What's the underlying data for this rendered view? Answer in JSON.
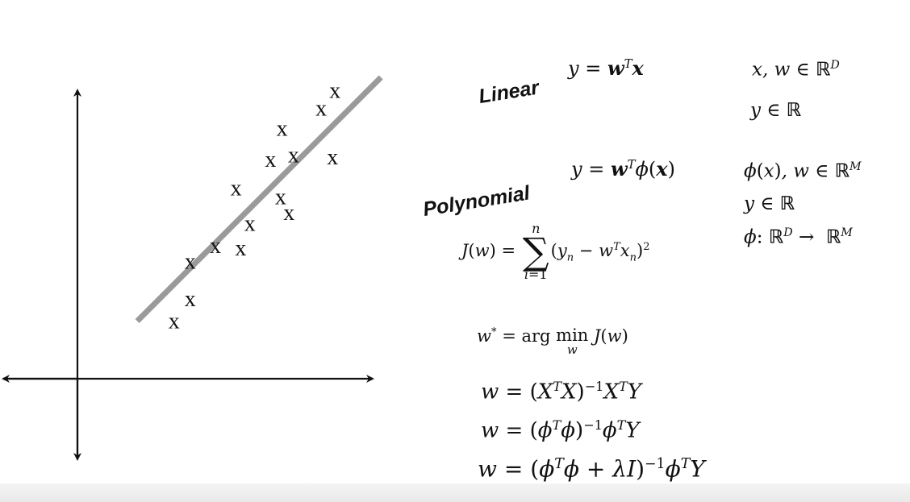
{
  "labels": {
    "linear": "Linear",
    "polynomial": "Polynomial"
  },
  "equations": {
    "linear_model": "y = wᵀx",
    "linear_domain_1": "x, w ∈ ℝᴰ",
    "linear_domain_2": "y ∈ ℝ",
    "poly_model": "y = wᵀϕ(x)",
    "poly_domain_1": "ϕ(x), w ∈ ℝᴹ",
    "poly_domain_2": "y ∈ ℝ",
    "poly_domain_3": "ϕ: ℝᴰ → ℝᴹ",
    "loss": "J(w) = Σ_{i=1}^{n} (y_n − wᵀx_n)²",
    "argmin": "w* = arg min_w J(w)",
    "normal_eq_1": "w = (XᵀX)⁻¹XᵀY",
    "normal_eq_2": "w = (ϕᵀϕ)⁻¹ϕᵀY",
    "ridge_eq": "w = (ϕᵀϕ + λI)⁻¹ϕᵀY"
  },
  "plot": {
    "marker_char": "x",
    "fit_line_color": "#9a9a9a",
    "axis_color": "#111111",
    "points": [
      [
        2.1,
        1.25
      ],
      [
        2.45,
        1.75
      ],
      [
        2.45,
        2.6
      ],
      [
        3.55,
        2.9
      ],
      [
        3.75,
        3.45
      ],
      [
        3.0,
        2.95
      ],
      [
        3.45,
        4.25
      ],
      [
        4.2,
        4.9
      ],
      [
        4.42,
        4.05
      ],
      [
        4.6,
        3.7
      ],
      [
        4.45,
        5.6
      ],
      [
        4.7,
        5.0
      ],
      [
        5.6,
        6.45
      ],
      [
        5.3,
        6.05
      ],
      [
        5.55,
        4.95
      ]
    ],
    "fit_line": {
      "x": [
        1.3,
        6.6
      ],
      "y": [
        1.3,
        6.8
      ]
    }
  }
}
